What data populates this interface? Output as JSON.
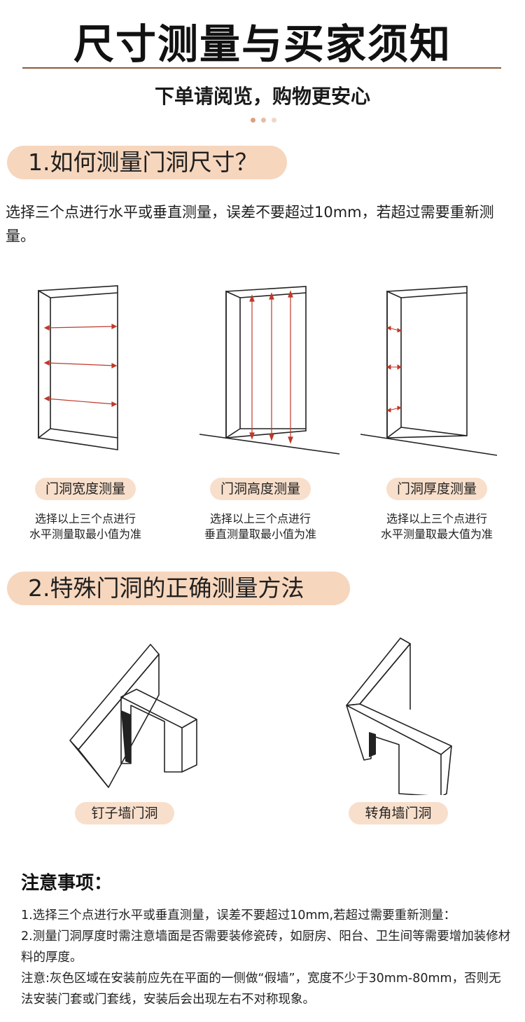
{
  "header": {
    "title": "尺寸测量与买家须知",
    "subtitle": "下单请阅览，购物更安心",
    "dot_colors": [
      "#d9a27c",
      "#e5bea1",
      "#efd7c6"
    ]
  },
  "section1": {
    "heading": "1.如何测量门洞尺寸？",
    "intro": "选择三个点进行水平或垂直测量，误差不要超过10mm，若超过需要重新测量。",
    "items": [
      {
        "label": "门洞宽度测量",
        "desc1": "选择以上三个点进行",
        "desc2": "水平测量取最小值为准",
        "icon": "door-width-diagram"
      },
      {
        "label": "门洞高度测量",
        "desc1": "选择以上三个点进行",
        "desc2": "垂直测量取最小值为准",
        "icon": "door-height-diagram"
      },
      {
        "label": "门洞厚度测量",
        "desc1": "选择以上三个点进行",
        "desc2": "水平测量取最大值为准",
        "icon": "door-depth-diagram"
      }
    ]
  },
  "section2": {
    "heading": "2.特殊门洞的正确测量方法",
    "items": [
      {
        "label": "钉子墙门洞",
        "icon": "nail-wall-diagram"
      },
      {
        "label": "转角墙门洞",
        "icon": "corner-wall-diagram"
      }
    ]
  },
  "notes": {
    "title": "注意事项：",
    "lines": [
      "1.选择三个点进行水平或垂直测量，误差不要超过10mm,若超过需要重新测量：",
      "2.测量门洞厚度时需注意墙面是否需要装修瓷砖，如厨房、阳台、卫生间等需要增加装修材料的厚度。",
      "注意:灰色区域在安装前应先在平面的一侧做“假墙”，宽度不少于30mm-80mm，否则无法安装门套或门套线，安装后会出现左右不对称现象。"
    ]
  },
  "colors": {
    "accent_pill": "#f6d6bd",
    "arrow_red": "#c0392b",
    "rule": "#8a5a3c"
  }
}
